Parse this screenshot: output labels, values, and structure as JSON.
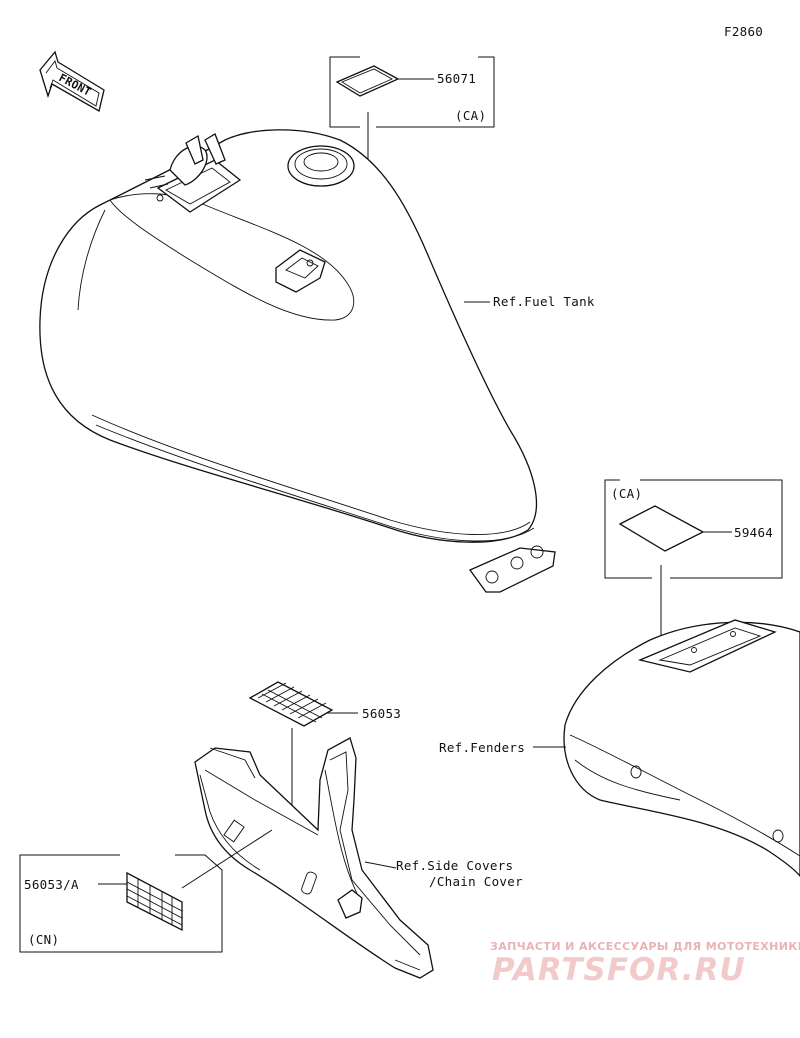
{
  "figure_code": "F2860",
  "front_label": "FRONT",
  "callouts": {
    "label_56071": "56071",
    "label_56071_region": "(CA)",
    "ref_fuel_tank": "Ref.Fuel Tank",
    "label_59464": "59464",
    "label_59464_region": "(CA)",
    "ref_fenders": "Ref.Fenders",
    "label_56053": "56053",
    "ref_side_covers_line1": "Ref.Side Covers",
    "ref_side_covers_line2": "/Chain Cover",
    "label_56053a": "56053/A",
    "label_56053a_region": "(CN)"
  },
  "watermark": {
    "tagline": "ЗАПЧАСТИ И АКСЕССУАРЫ ДЛЯ МОТОТЕХНИКИ",
    "brand": "PARTSFOR.RU",
    "color": "#e9b3b3"
  }
}
